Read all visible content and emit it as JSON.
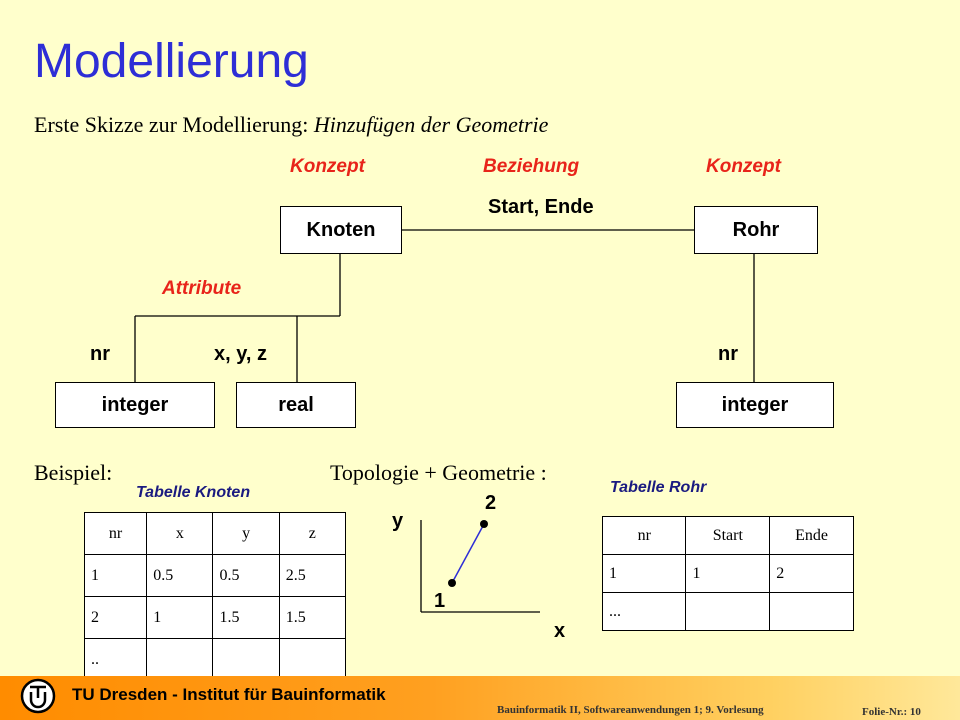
{
  "slide": {
    "title": "Modellierung",
    "subtitle_plain": "Erste Skizze zur Modellierung: ",
    "subtitle_italic": "Hinzufügen der Geometrie"
  },
  "diagram": {
    "concept_left": "Konzept",
    "relation": "Beziehung",
    "concept_right": "Konzept",
    "relation_label": "Start, Ende",
    "attributes_label": "Attribute",
    "box_knoten": "Knoten",
    "box_rohr": "Rohr",
    "attr_nr_left": "nr",
    "attr_xyz": "x, y, z",
    "attr_nr_right": "nr",
    "box_integer_left": "integer",
    "box_real": "real",
    "box_integer_right": "integer"
  },
  "example": {
    "label": "Beispiel:",
    "topology_label": "Topologie + Geometrie :",
    "table_knoten_caption": "Tabelle Knoten",
    "table_rohr_caption": "Tabelle Rohr",
    "table_knoten": {
      "headers": [
        "nr",
        "x",
        "y",
        "z"
      ],
      "rows": [
        [
          "1",
          "0.5",
          "0.5",
          "2.5"
        ],
        [
          "2",
          "1",
          "1.5",
          "1.5"
        ],
        [
          "..",
          "",
          "",
          ""
        ]
      ]
    },
    "table_rohr": {
      "headers": [
        "nr",
        "Start",
        "Ende"
      ],
      "rows": [
        [
          "1",
          "1",
          "2"
        ],
        [
          "...",
          "",
          ""
        ]
      ]
    },
    "plot": {
      "axis_y": "y",
      "axis_x": "x",
      "point_1": "1",
      "point_2": "2"
    }
  },
  "footer": {
    "institution": "TU Dresden - Institut für Bauinformatik",
    "course": "Bauinformatik II, Softwareanwendungen 1;   9. Vorlesung",
    "slide_number": "Folie-Nr.: 10"
  },
  "colors": {
    "title": "#2e2ed6",
    "label_red": "#e8241a",
    "background": "#ffffcc",
    "footer_orange": "#ff8c00"
  }
}
